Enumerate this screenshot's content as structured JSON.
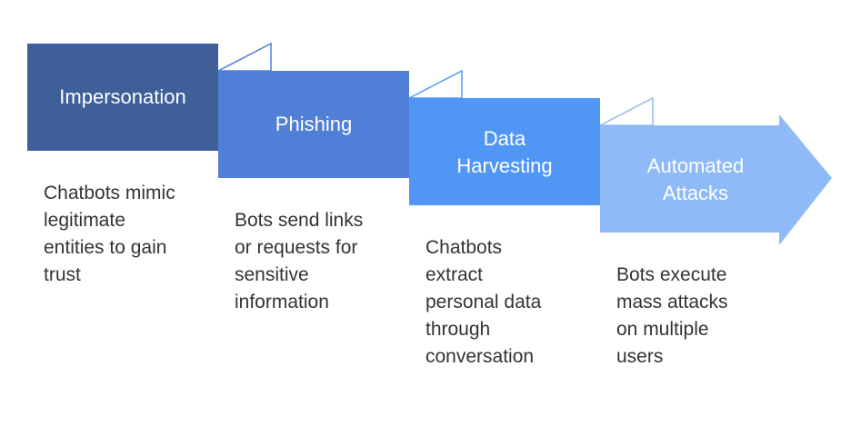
{
  "colors": {
    "step1": "#3f5f99",
    "step2": "#4f7fd6",
    "step3": "#5096f5",
    "step4": "#8fbaf8",
    "fold_light": "#ffffff",
    "text_dark": "#333333"
  },
  "steps": [
    {
      "title": "Impersonation",
      "description": "Chatbots mimic\nlegitimate\nentities to gain\ntrust"
    },
    {
      "title": "Phishing",
      "description": "Bots send links\nor requests for\nsensitive\ninformation"
    },
    {
      "title": "Data\nHarvesting",
      "description": "Chatbots\nextract\npersonal data\nthrough\nconversation"
    },
    {
      "title": "Automated\nAttacks",
      "description": "Bots execute\nmass attacks\non multiple\nusers"
    }
  ]
}
